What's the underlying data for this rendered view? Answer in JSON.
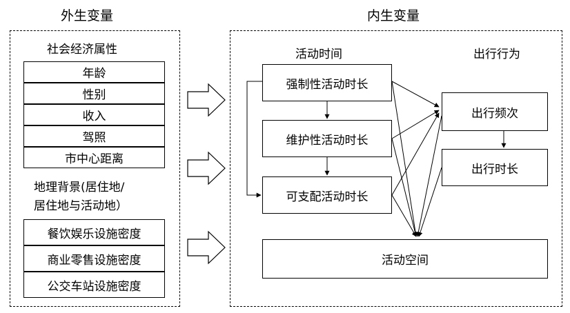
{
  "exogenous": {
    "title": "外生变量",
    "socio_title": "社会经济属性",
    "socio_items": [
      "年龄",
      "性别",
      "收入",
      "驾照",
      "市中心距离"
    ],
    "geo_title_line1": "地理背景(居住地/",
    "geo_title_line2": "居住地与活动地）",
    "geo_items": [
      "餐饮娱乐设施密度",
      "商业零售设施密度",
      "公交车站设施密度"
    ]
  },
  "endogenous": {
    "title": "内生变量",
    "activity_time_title": "活动时间",
    "travel_behavior_title": "出行行为",
    "activity_boxes": [
      "强制性活动时长",
      "维护性活动时长",
      "可支配活动时长"
    ],
    "travel_boxes": [
      "出行频次",
      "出行时长"
    ],
    "space_box": "活动空间"
  }
}
